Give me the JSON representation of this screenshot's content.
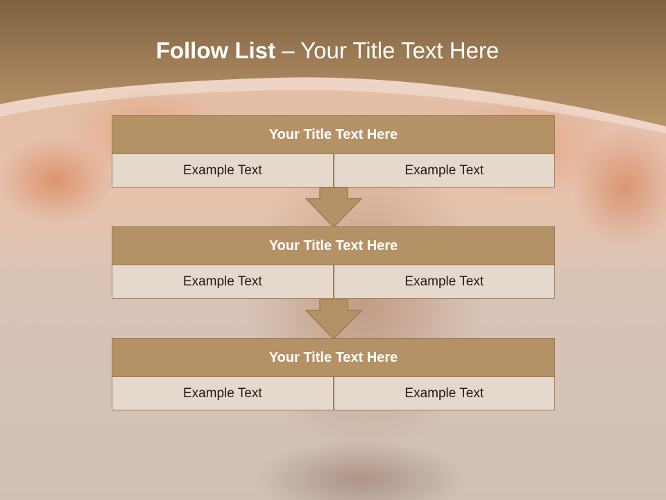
{
  "slide": {
    "title_bold": "Follow List",
    "title_rest": " – Your Title Text Here"
  },
  "steps": [
    {
      "title": "Your Title Text Here",
      "left": "Example Text",
      "right": "Example Text"
    },
    {
      "title": "Your Title Text Here",
      "left": "Example Text",
      "right": "Example Text"
    },
    {
      "title": "Your Title Text Here",
      "left": "Example Text",
      "right": "Example Text"
    }
  ],
  "colors": {
    "header": "#9c7a55",
    "block_title": "#b59166",
    "cell": "#e5d8cd",
    "arrow": "#b59166",
    "border": "#9a7a52"
  }
}
